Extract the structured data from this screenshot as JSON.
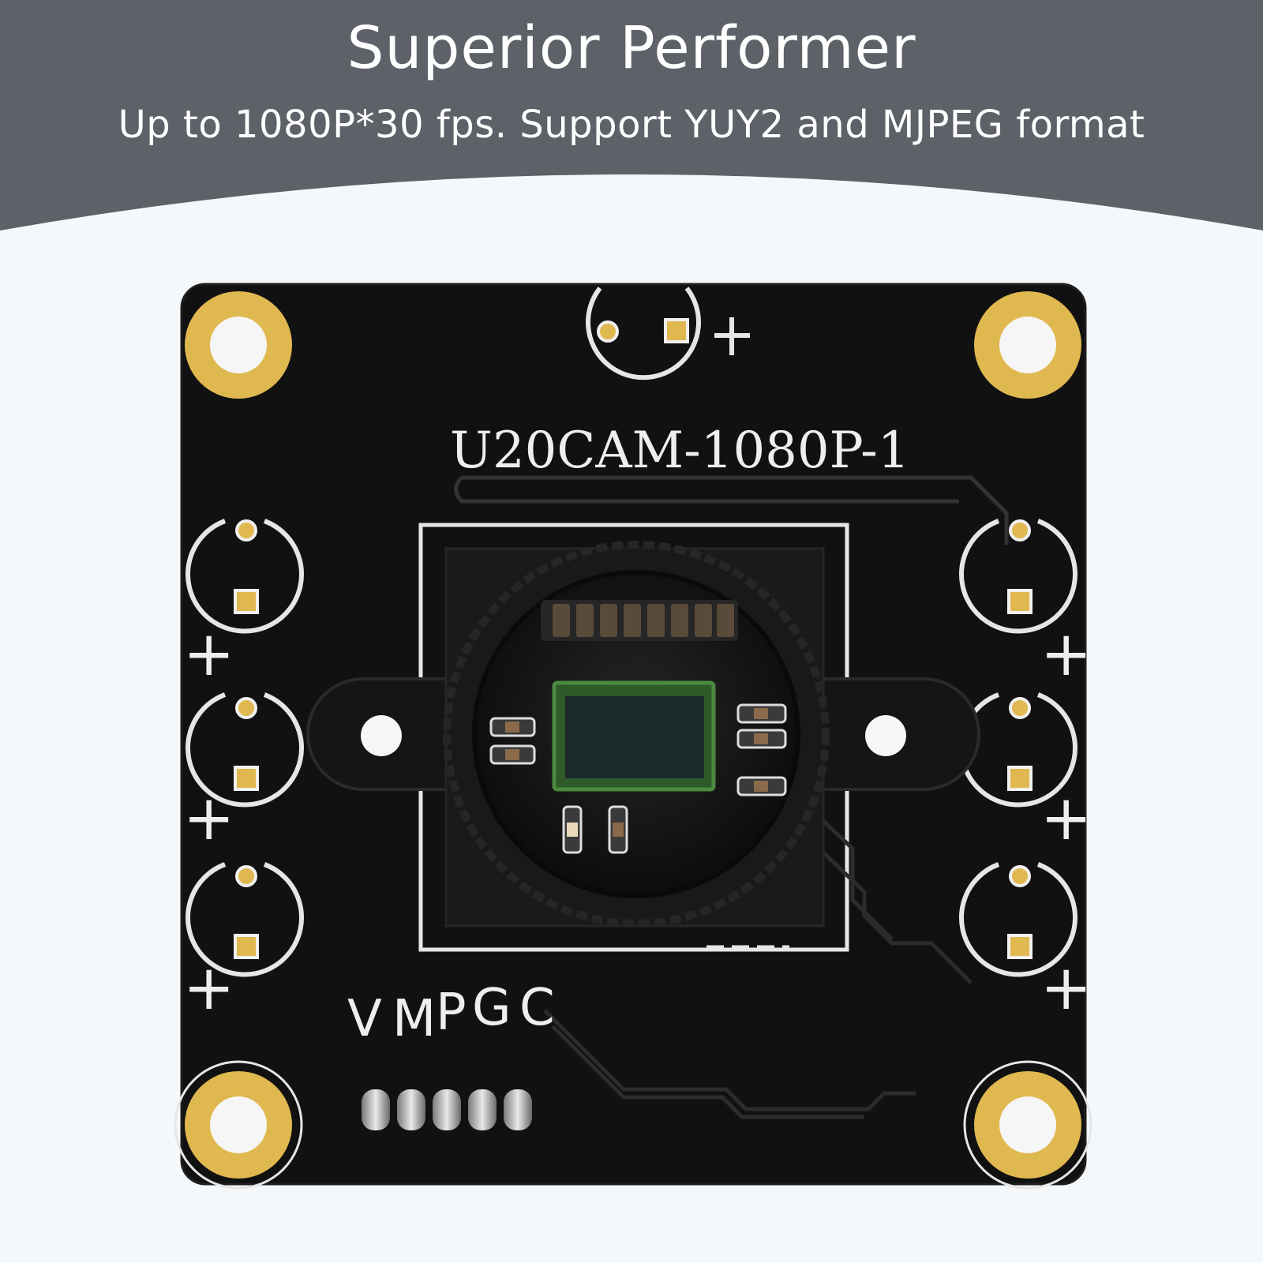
{
  "banner": {
    "title": "Superior Performer",
    "subtitle": "Up to 1080P*30 fps. Support YUY2 and MJPEG format",
    "background_color": "#5d6268"
  },
  "board": {
    "model_label": "U20CAM-1080P-1",
    "pin_labels": [
      "V",
      "M",
      "P",
      "G",
      "C"
    ],
    "plus_marks": [
      "+",
      "+",
      "+",
      "+",
      "+",
      "+",
      "+"
    ],
    "pcb_color": "#111111",
    "pad_color": "#e0b850"
  }
}
